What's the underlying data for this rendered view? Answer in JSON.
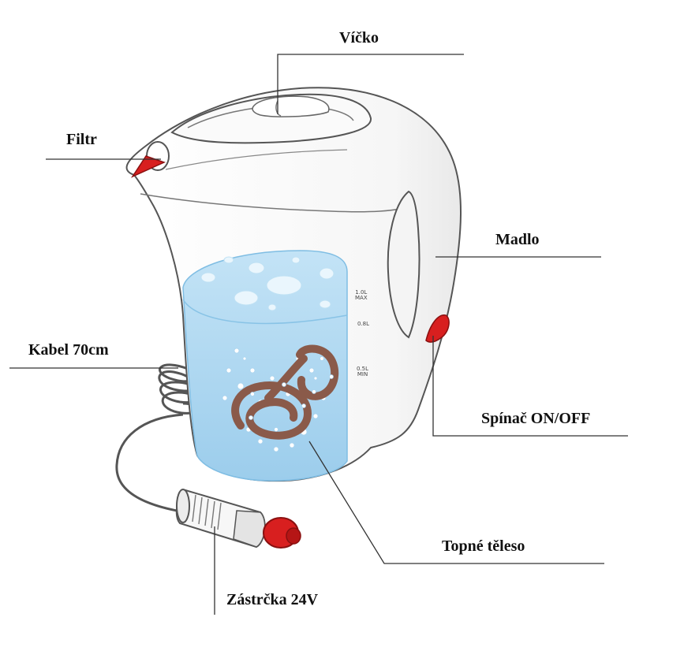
{
  "labels": {
    "lid": "Víčko",
    "filter": "Filtr",
    "handle": "Madlo",
    "cable": "Kabel 70cm",
    "switch": "Spínač ON/OFF",
    "heating_element": "Topné těleso",
    "plug": "Zástrčka 24V"
  },
  "scale": {
    "max_value": "1.0L",
    "max_word": "MAX",
    "mid_value": "0.8L",
    "min_value": "0.5L",
    "min_word": "MIN"
  },
  "colors": {
    "outline": "#555555",
    "water": "#a6d4ef",
    "water_top": "#d7eefa",
    "accent_red": "#d81f1f",
    "coil": "#8a5a4a",
    "leader_line": "#333333"
  }
}
